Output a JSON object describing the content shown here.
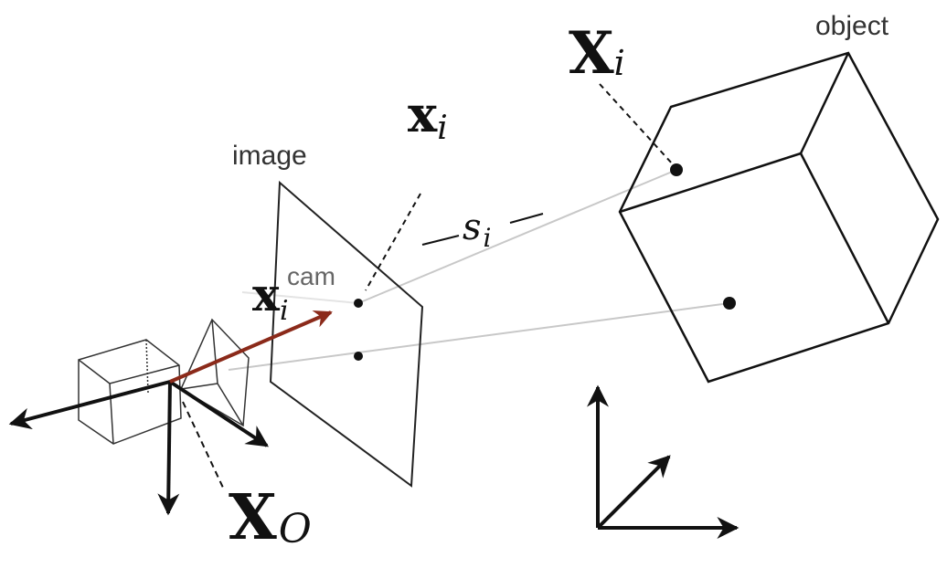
{
  "labels": {
    "object": "object",
    "image": "image",
    "X_i_main": "X",
    "X_i_sub": "i",
    "x_i_main": "x",
    "x_i_sub": "i",
    "s_i_main": "s",
    "s_i_sub": "i",
    "x_cam_main": "x",
    "x_cam_sub": "i",
    "x_cam_sup": "cam",
    "X_O_main": "X",
    "X_O_sub": "O"
  },
  "colors": {
    "stroke": "#111111",
    "ray": "#c8c8c8",
    "cam_vector": "#8b2a1a",
    "label_gray": "#555555"
  }
}
